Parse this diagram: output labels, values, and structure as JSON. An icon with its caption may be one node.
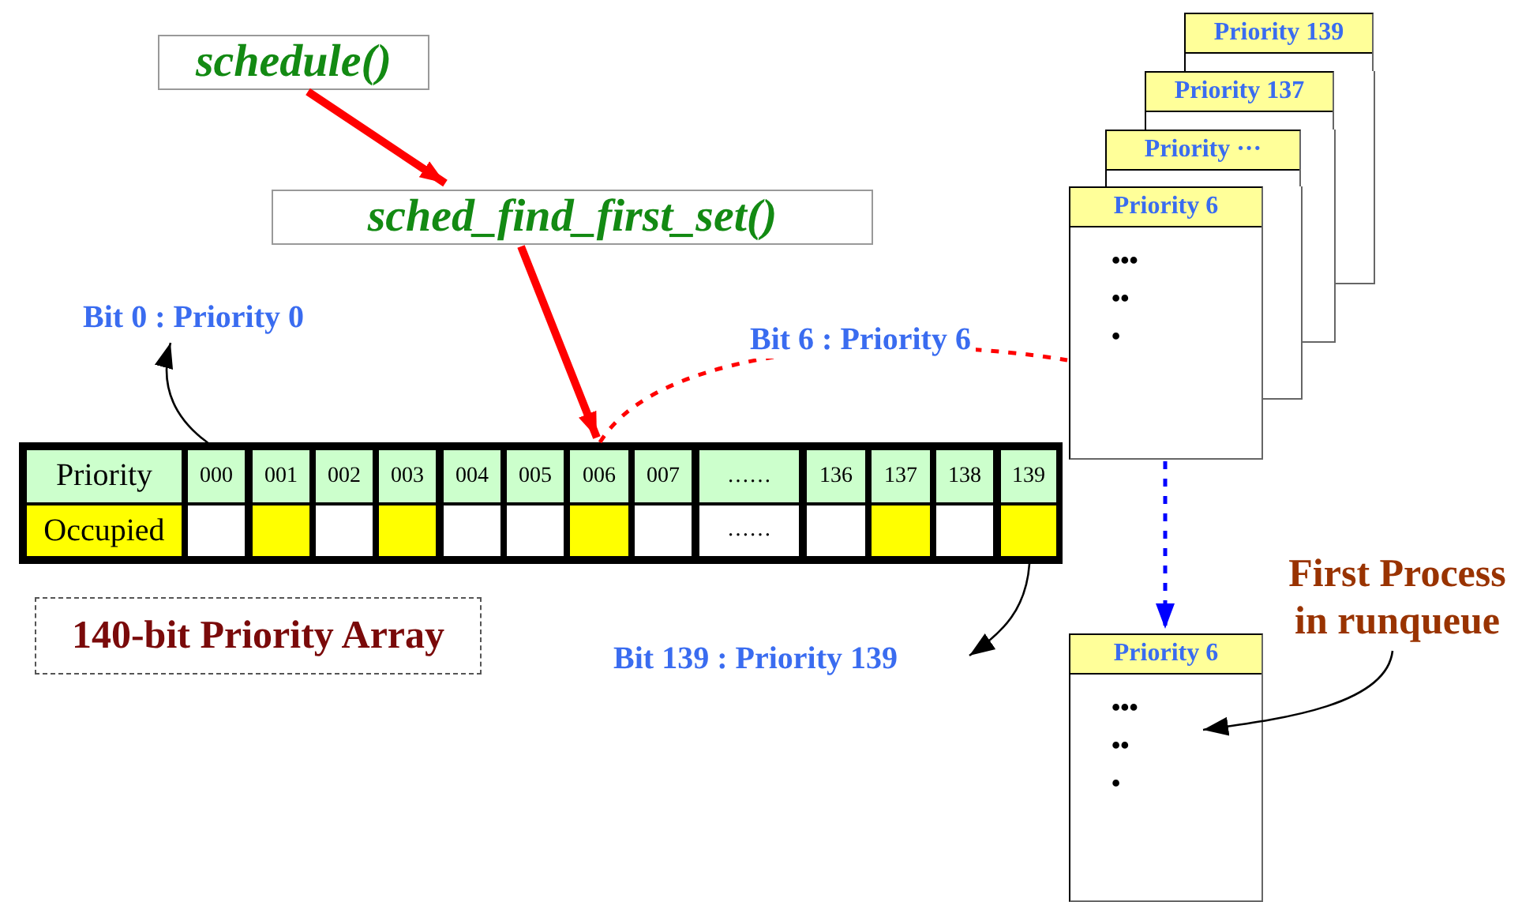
{
  "diagram": {
    "nodes": [
      {
        "text": [
          "schedule()"
        ]
      },
      {
        "text": [
          "sched_find_first_set()"
        ]
      },
      {
        "text": [],
        "shape": "box"
      },
      {
        "text": [
          "Priority"
        ],
        "in": 2
      },
      {
        "text": [
          "000"
        ],
        "in": 2
      },
      {
        "text": [
          "001"
        ],
        "in": 2
      },
      {
        "text": [
          "002"
        ],
        "in": 2
      },
      {
        "text": [
          "003"
        ],
        "in": 2
      },
      {
        "text": [
          "004"
        ],
        "in": 2
      },
      {
        "text": [
          "005"
        ],
        "in": 2
      },
      {
        "text": [
          "006"
        ],
        "in": 2
      },
      {
        "text": [
          "007"
        ],
        "in": 2
      },
      {
        "text": [
          "……"
        ],
        "in": 2
      },
      {
        "text": [
          "136"
        ],
        "in": 2
      },
      {
        "text": [
          "137"
        ],
        "in": 2
      },
      {
        "text": [
          "138"
        ],
        "in": 2
      },
      {
        "text": [
          "139"
        ],
        "in": 2
      },
      {
        "text": [
          "Occupied"
        ],
        "in": 2
      },
      {
        "text": [],
        "shape": "box",
        "in": 2
      },
      {
        "text": [],
        "shape": "box",
        "in": 2
      },
      {
        "text": [],
        "shape": "box",
        "in": 2
      },
      {
        "text": [],
        "shape": "box",
        "in": 2
      },
      {
        "text": [],
        "shape": "box",
        "in": 2
      },
      {
        "text": [],
        "shape": "box",
        "in": 2
      },
      {
        "text": [],
        "shape": "box",
        "in": 2
      },
      {
        "text": [],
        "shape": "box",
        "in": 2
      },
      {
        "text": [
          "……"
        ],
        "in": 2
      },
      {
        "text": [],
        "shape": "box",
        "in": 2
      },
      {
        "text": [],
        "shape": "box",
        "in": 2
      },
      {
        "text": [],
        "shape": "box",
        "in": 2
      },
      {
        "text": [],
        "shape": "box",
        "in": 2
      },
      {
        "text": [
          "Bit 0 : Priority 0"
        ]
      },
      {
        "text": [
          "140-bit Priority Array"
        ]
      },
      {
        "text": [
          "Bit 139 : Priority 139"
        ]
      },
      {
        "text": [
          "Priority 139"
        ]
      },
      {
        "text": [
          "Priority 137"
        ]
      },
      {
        "text": [
          "Priority ···"
        ]
      },
      {
        "text": [
          "Priority 6",
          "•••",
          "••",
          "•"
        ]
      },
      {
        "text": [
          "Priority 6",
          "•••",
          "••",
          "•"
        ]
      },
      {
        "text": [
          "First Process in runqueue"
        ]
      }
    ],
    "edges": [
      {
        "from": 0,
        "to": 1,
        "arrow": "to",
        "style": "thick",
        "color": "#ff0000"
      },
      {
        "from": 1,
        "to": 10,
        "arrow": "to",
        "style": "thick",
        "color": "#ff0000"
      },
      {
        "from": 10,
        "to": 37,
        "arrow": "none",
        "label": "Bit 6 : Priority 6",
        "style": "dashed",
        "color": "#ff0000"
      },
      {
        "from": 4,
        "to": 31,
        "arrow": "to",
        "color": "#000000"
      },
      {
        "from": 30,
        "to": 33,
        "arrow": "to",
        "color": "#000000"
      },
      {
        "from": 37,
        "to": 38,
        "arrow": "to",
        "style": "dashed",
        "color": "#0000ff"
      },
      {
        "from": 39,
        "to": 38,
        "arrow": "to",
        "color": "#000000"
      }
    ]
  }
}
